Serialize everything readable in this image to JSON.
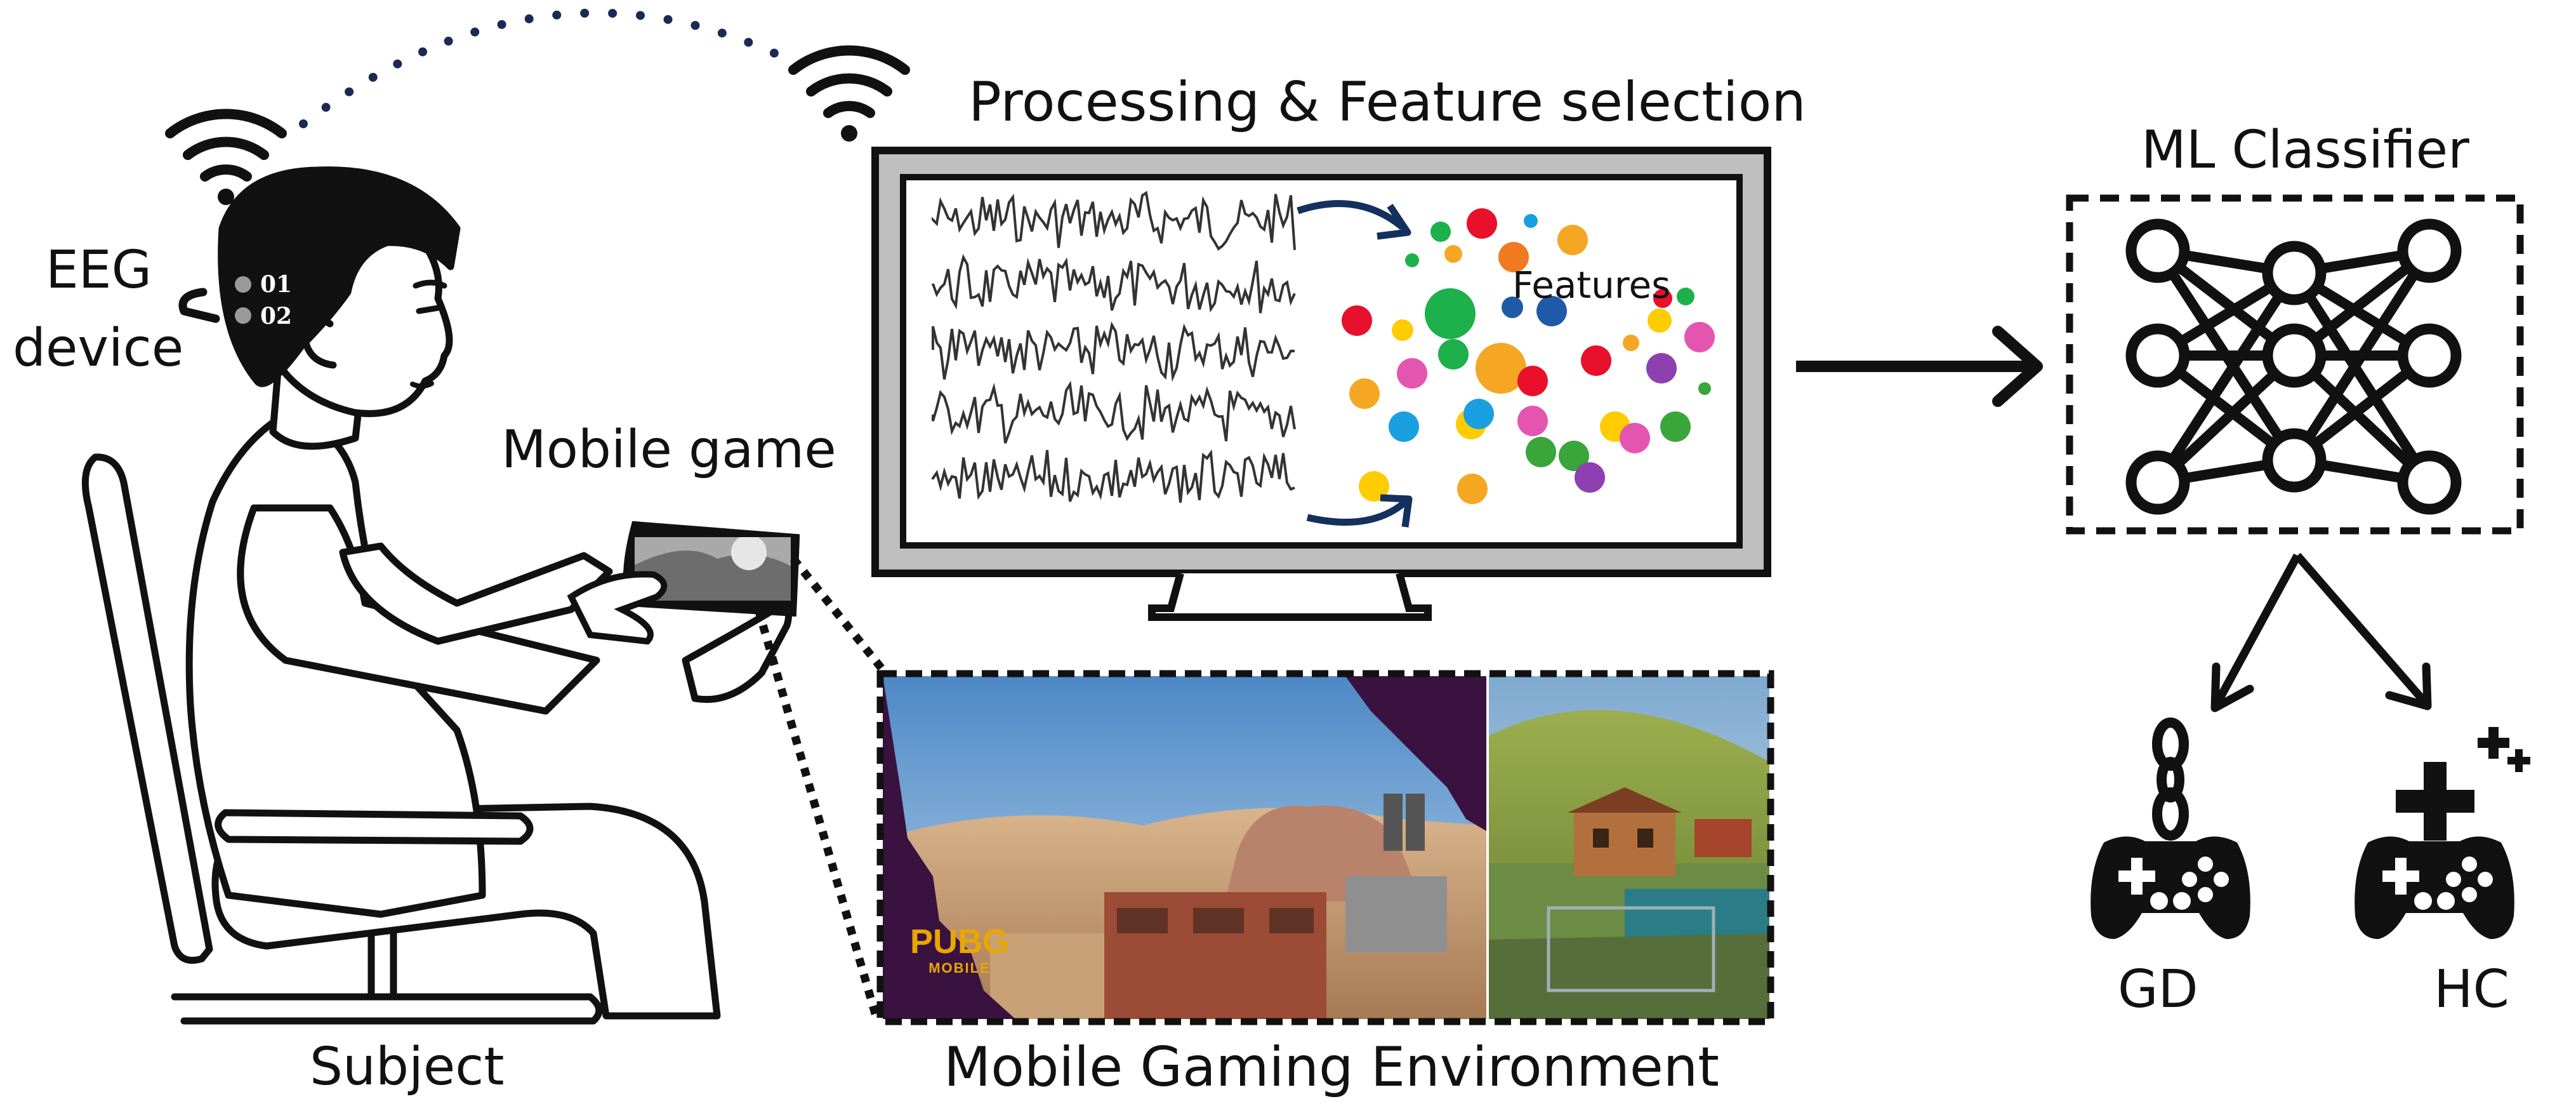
{
  "labels": {
    "eeg_line1": "EEG",
    "eeg_line2": "device",
    "sensor_1": "01",
    "sensor_2": "02",
    "mobile_game": "Mobile game",
    "subject": "Subject",
    "processing": "Processing & Feature selection",
    "features": "Features",
    "mobile_env": "Mobile Gaming Environment",
    "ml_classifier": "ML Classifier",
    "gd": "GD",
    "hc": "HC"
  },
  "logo": {
    "line1": "PUBG",
    "line2": "MOBILE"
  },
  "icons": [
    "wifi-icon",
    "neural-network-icon",
    "gamepad-icon",
    "chain-icon",
    "plus-icon",
    "arrow-icon"
  ],
  "colors": {
    "link_dots": "#1b2a52",
    "monitor_frame": "#bfbfbf",
    "signal_arrow": "#14305e",
    "feature_dots": [
      "#e8102a",
      "#1db04b",
      "#ffcc00",
      "#f5a623",
      "#1a9fe0",
      "#8e3fb0",
      "#e455b0",
      "#f07a20",
      "#1f5aa8",
      "#3aa53a"
    ]
  }
}
